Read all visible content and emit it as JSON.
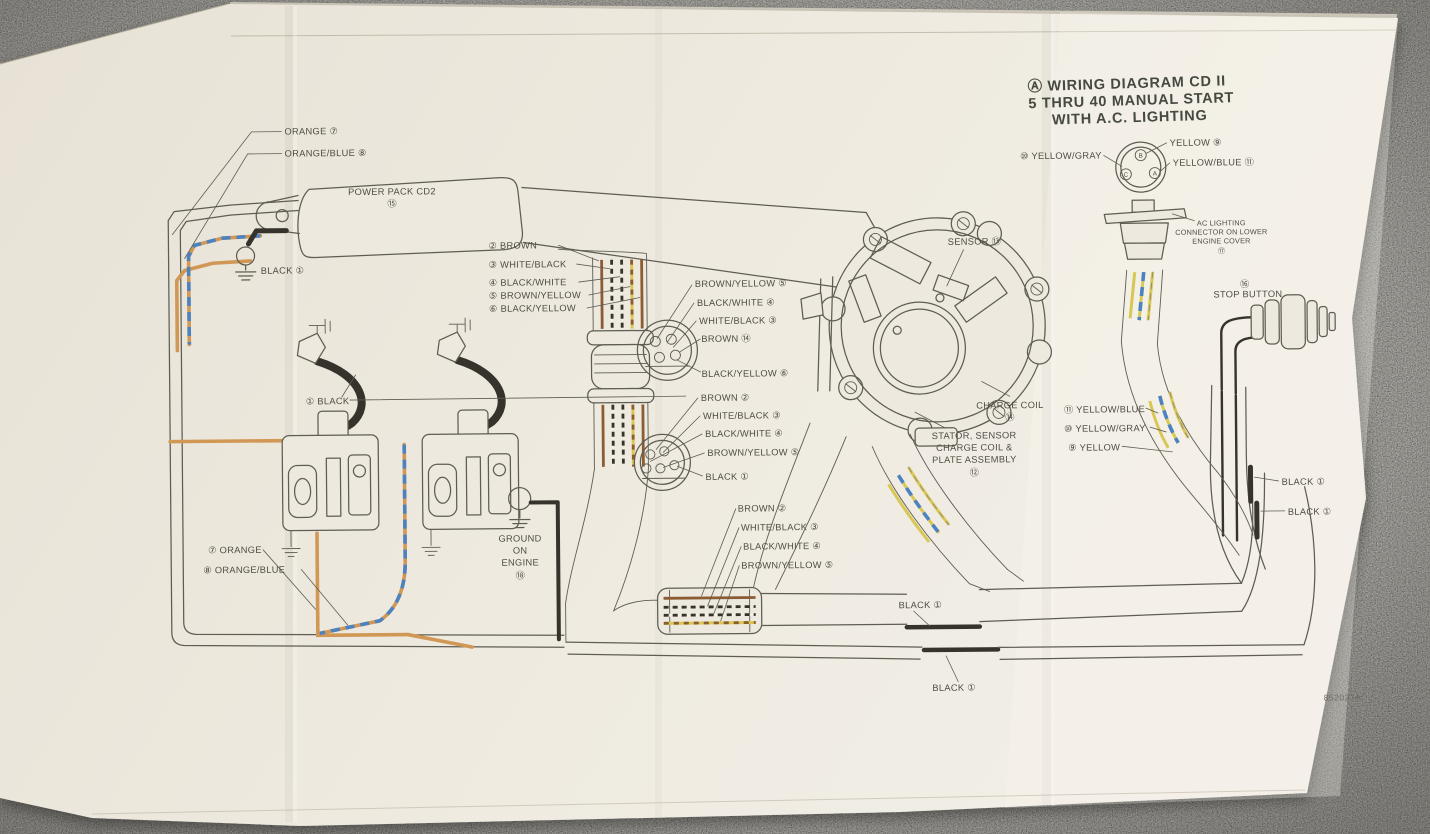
{
  "title": {
    "line1": "Ⓐ WIRING DIAGRAM CD II",
    "line2": "5 THRU 40 MANUAL START",
    "line3": "WITH A.C. LIGHTING"
  },
  "labels": {
    "orange_7": "ORANGE ⑦",
    "orange_blue_8": "ORANGE/BLUE ⑧",
    "power_pack": "POWER PACK CD2",
    "power_pack_num": "⑮",
    "black_1_pack": "BLACK ①",
    "list_brown": "② BROWN",
    "list_white_black": "③ WHITE/BLACK",
    "list_black_white": "④ BLACK/WHITE",
    "list_brown_yellow": "⑤ BROWN/YELLOW",
    "list_black_yellow": "⑥ BLACK/YELLOW",
    "conn4_brown_yellow": "BROWN/YELLOW ⑤",
    "conn4_black_white": "BLACK/WHITE ④",
    "conn4_white_black": "WHITE/BLACK ③",
    "conn4_brown": "BROWN ⑭",
    "conn4_black_yellow": "BLACK/YELLOW ⑥",
    "conn5_brown": "BROWN ②",
    "conn5_white_black": "WHITE/BLACK ③",
    "conn5_black_white": "BLACK/WHITE ④",
    "conn5_brown_yellow": "BROWN/YELLOW ⑤",
    "conn5_black": "BLACK ①",
    "coil_black": "① BLACK",
    "ground_1": "GROUND",
    "ground_2": "ON",
    "ground_3": "ENGINE",
    "ground_num": "⑱",
    "orange_7b": "⑦ ORANGE",
    "orange_blue_8b": "⑧ ORANGE/BLUE",
    "strip_brown": "BROWN ②",
    "strip_white_black": "WHITE/BLACK ③",
    "strip_black_white": "BLACK/WHITE ④",
    "strip_brown_yellow": "BROWN/YELLOW ⑤",
    "black_1_mid_a": "BLACK ①",
    "black_1_mid_b": "BLACK ①",
    "sensor": "SENSOR ⑬",
    "charge_coil": "CHARGE COIL",
    "charge_coil_num": "⑭",
    "stator_1": "STATOR, SENSOR",
    "stator_2": "CHARGE COIL &",
    "stator_3": "PLATE ASSEMBLY",
    "stator_num": "⑫",
    "yellow_blue_11": "⑪ YELLOW/BLUE",
    "yellow_gray_10": "⑩ YELLOW/GRAY",
    "yellow_9": "⑨ YELLOW",
    "black_1_right_a": "BLACK ①",
    "black_1_right_b": "BLACK ①",
    "ac_yellow_gray": "⑩ YELLOW/GRAY",
    "ac_yellow": "YELLOW ⑨",
    "ac_yellow_blue": "YELLOW/BLUE ⑪",
    "ac_conn_1": "AC LIGHTING",
    "ac_conn_2": "CONNECTOR ON LOWER",
    "ac_conn_3": "ENGINE COVER",
    "ac_conn_num": "⑰",
    "stop_num": "⑯",
    "stop": "STOP BUTTON",
    "part_number": "852027A"
  },
  "pins": {
    "a": "A",
    "b": "B",
    "c": "C"
  },
  "colors": {
    "carpet": "#b3b1ac",
    "paper": "#f2eee5",
    "paper-shade": "#e3ddcf",
    "ink": "#5f5d54",
    "dark": "#35322c",
    "text": "#4e4c44",
    "orange": "#d49a55",
    "blue": "#4b84c4",
    "yellow": "#ddcb55",
    "brown": "#8e5c33",
    "white-wire": "#f7f4ea"
  }
}
